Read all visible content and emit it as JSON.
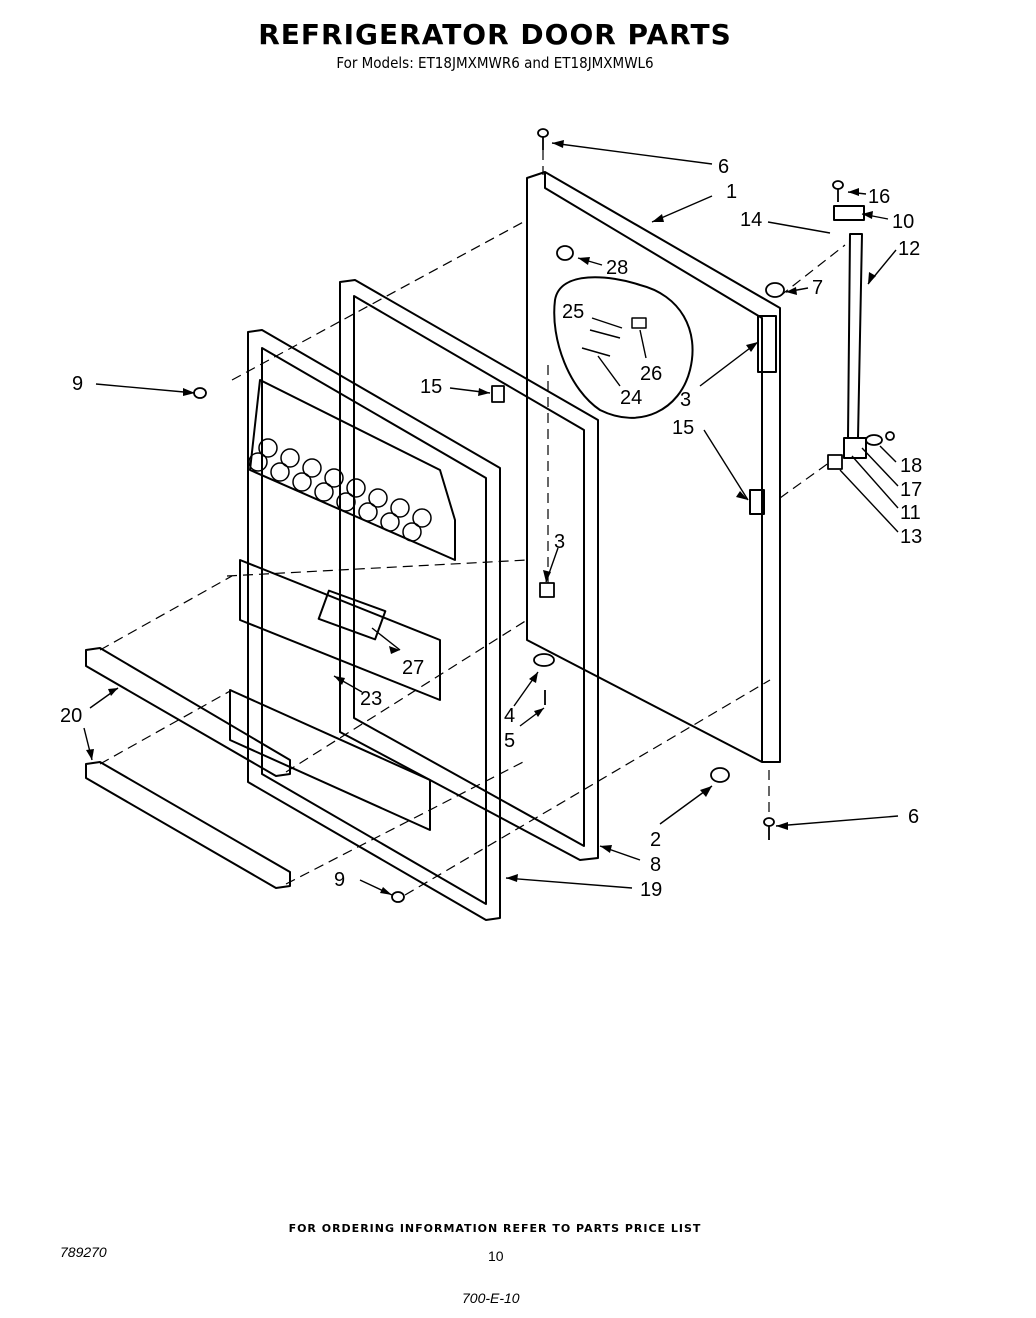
{
  "header": {
    "title": "REFRIGERATOR DOOR PARTS",
    "subtitle": "For Models: ET18JMXMWR6 and ET18JMXMWL6"
  },
  "callouts": [
    "6",
    "1",
    "28",
    "16",
    "14",
    "10",
    "12",
    "7",
    "25",
    "26",
    "24",
    "9",
    "15",
    "3",
    "15",
    "18",
    "17",
    "11",
    "13",
    "3",
    "27",
    "23",
    "20",
    "4",
    "5",
    "2",
    "8",
    "6",
    "9",
    "19"
  ],
  "footer": {
    "ordering_note": "FOR ORDERING INFORMATION REFER TO PARTS PRICE LIST",
    "doc_number": "789270",
    "page_number": "10",
    "code": "700-E-10"
  }
}
